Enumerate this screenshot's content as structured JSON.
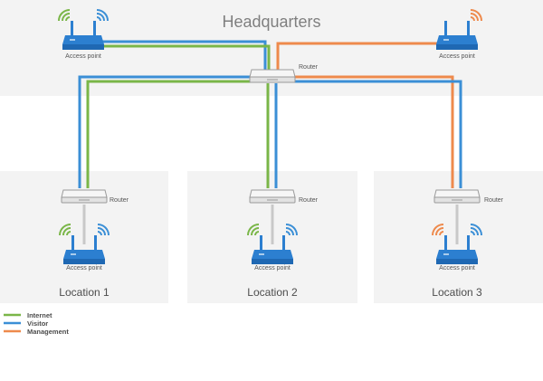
{
  "headquarters": {
    "title": "Headquarters",
    "router_label": "Router",
    "ap_left_label": "Access point",
    "ap_right_label": "Access point"
  },
  "locations": [
    {
      "name": "Location 1",
      "router_label": "Router",
      "ap_label": "Access point"
    },
    {
      "name": "Location 2",
      "router_label": "Router",
      "ap_label": "Access point"
    },
    {
      "name": "Location 3",
      "router_label": "Router",
      "ap_label": "Access point"
    }
  ],
  "legend": [
    {
      "label": "Internet",
      "color": "#7ab648"
    },
    {
      "label": "Visitor",
      "color": "#3b8fd6"
    },
    {
      "label": "Management",
      "color": "#ee8a4c"
    }
  ],
  "colors": {
    "internet": "#7ab648",
    "visitor": "#3b8fd6",
    "management": "#ee8a4c",
    "device_blue": "#2c7fd0",
    "panel": "#f3f3f3"
  },
  "icons": {
    "router": "router-icon",
    "access_point": "access-point-icon",
    "wifi_signal": "wifi-signal-icon"
  }
}
